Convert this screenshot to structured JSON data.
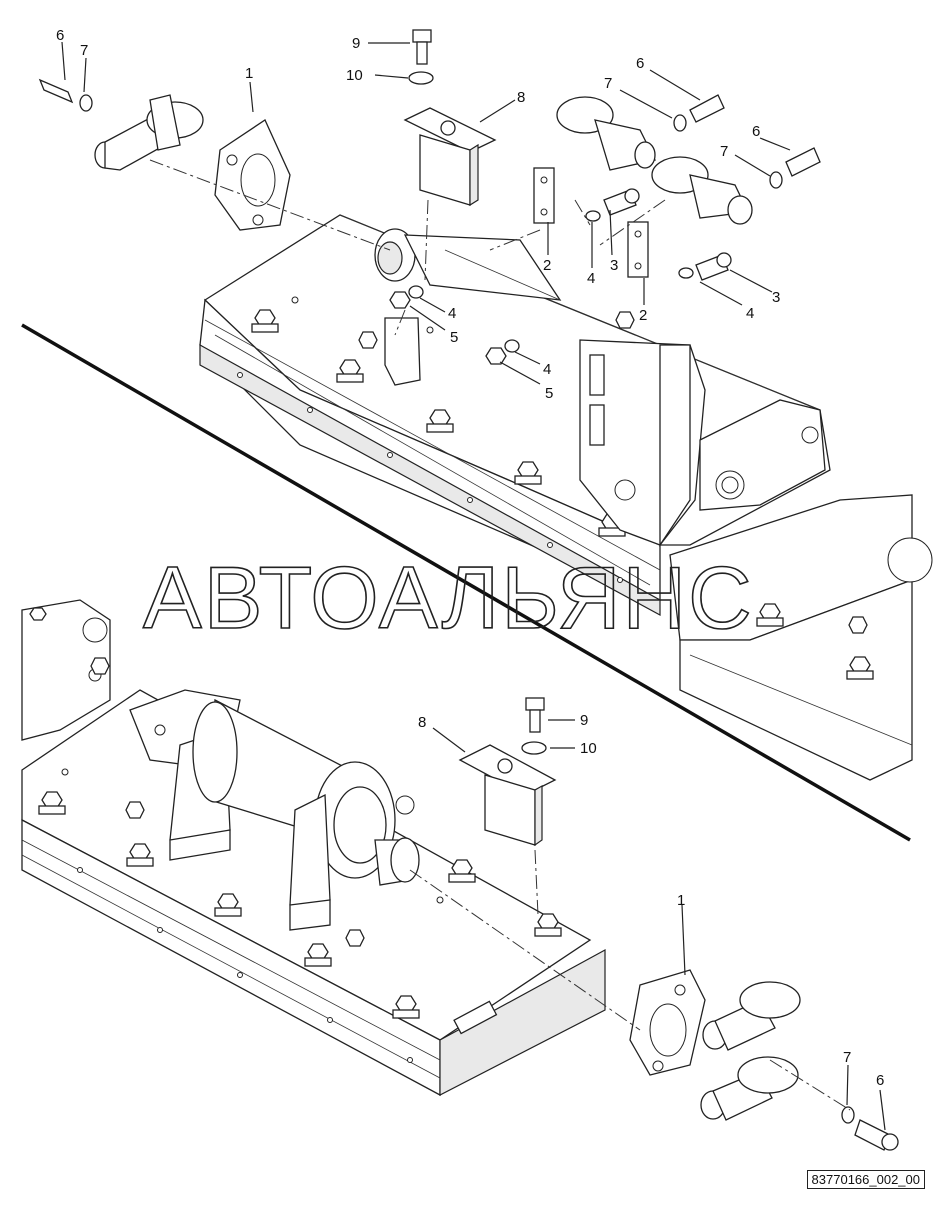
{
  "watermark": "АВТОАЛЬЯНС",
  "reference_number": "83770166_002_00",
  "callouts_top": {
    "c1": "1",
    "c2a": "2",
    "c2b": "2",
    "c3a": "3",
    "c3b": "3",
    "c4a": "4",
    "c4b": "4",
    "c4c": "4",
    "c4d": "4",
    "c5a": "5",
    "c5b": "5",
    "c6a": "6",
    "c6b": "6",
    "c6c": "6",
    "c7a": "7",
    "c7b": "7",
    "c7c": "7",
    "c8": "8",
    "c9": "9",
    "c10": "10"
  },
  "callouts_bottom": {
    "c1": "1",
    "c6": "6",
    "c7": "7",
    "c8": "8",
    "c9": "9",
    "c10": "10"
  }
}
